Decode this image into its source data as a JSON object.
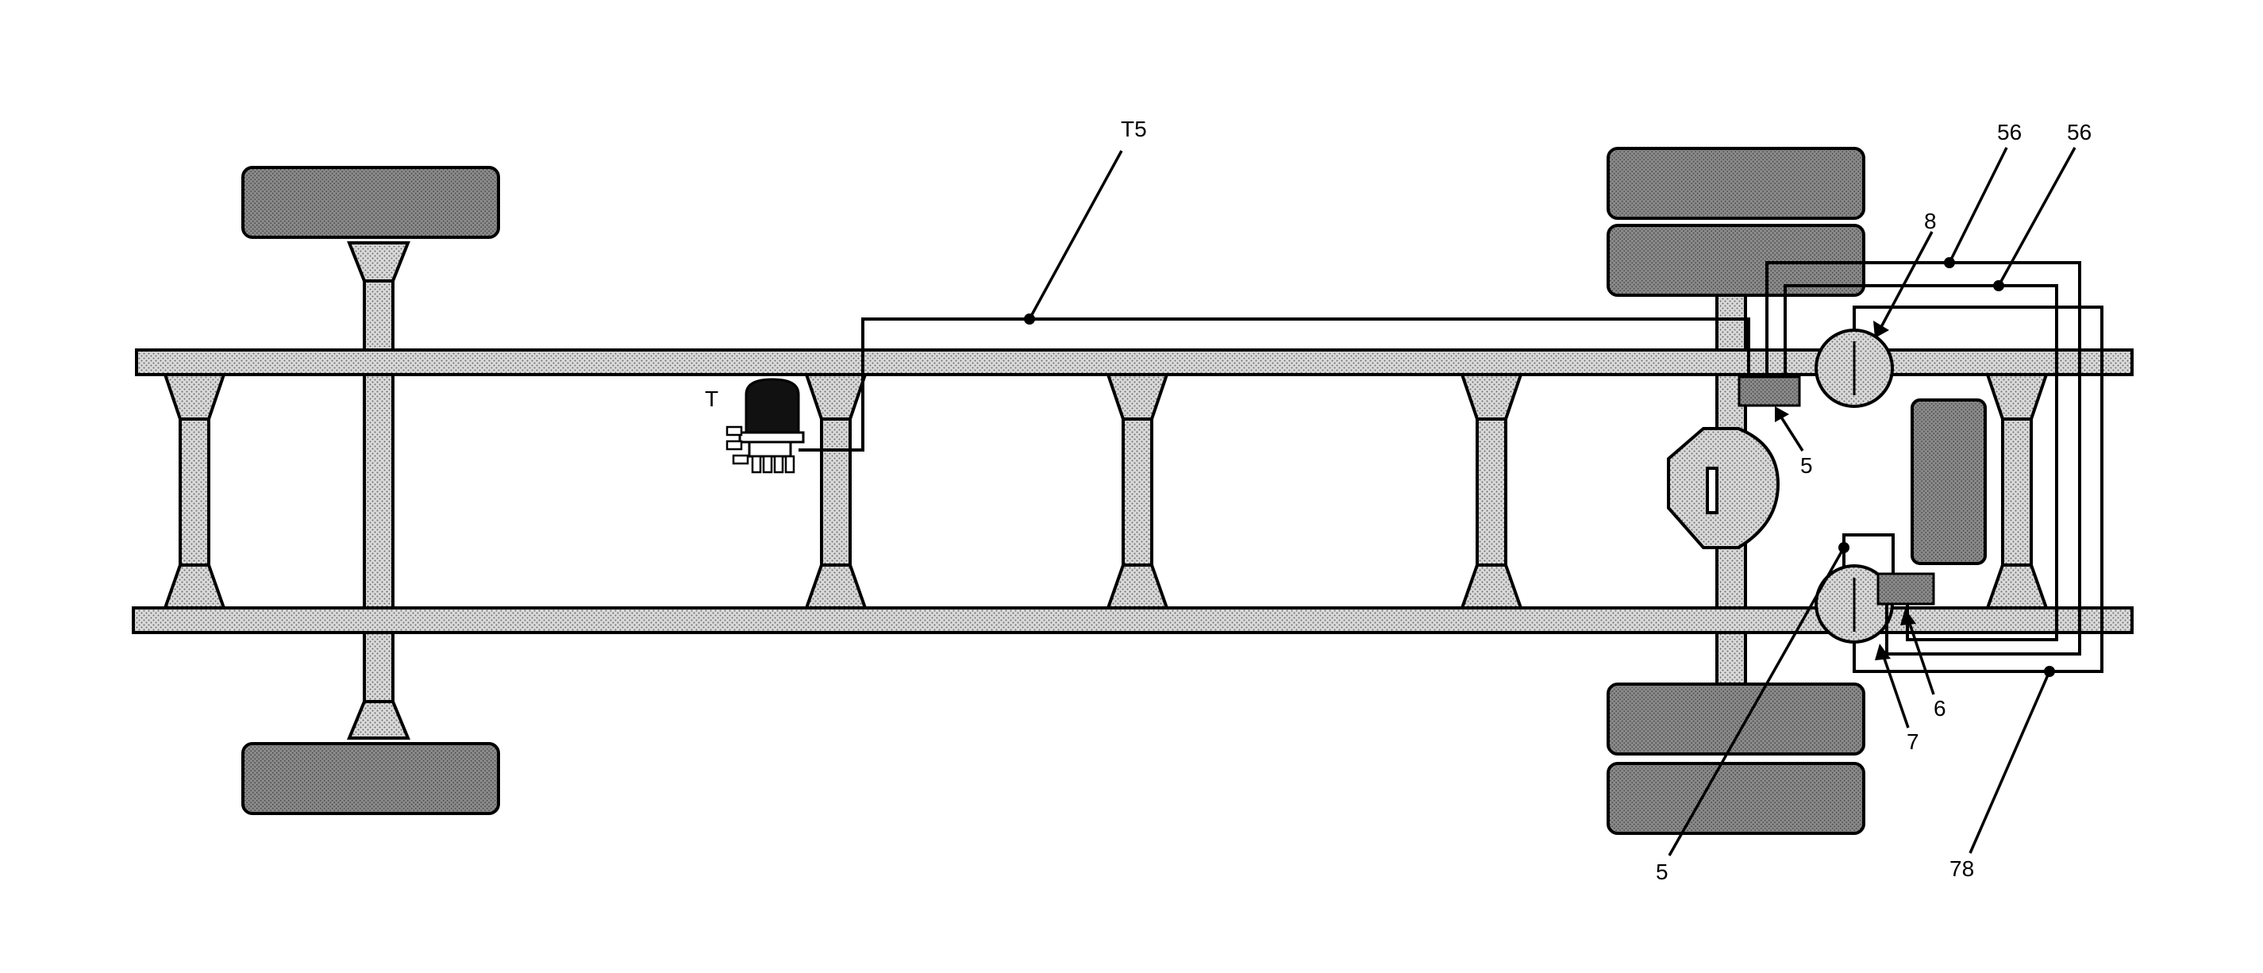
{
  "diagram": {
    "labels": {
      "t5": "T5",
      "t": "T",
      "l56a": "56",
      "l56b": "56",
      "l8": "8",
      "l5_upper": "5",
      "l6": "6",
      "l7": "7",
      "l5_lower": "5",
      "l78": "78"
    }
  },
  "colors": {
    "frame_fill": "#cfcfcf",
    "tire_fill": "#8f8f8f",
    "tank_fill": "#111111",
    "line": "#000000",
    "background": "#ffffff"
  }
}
